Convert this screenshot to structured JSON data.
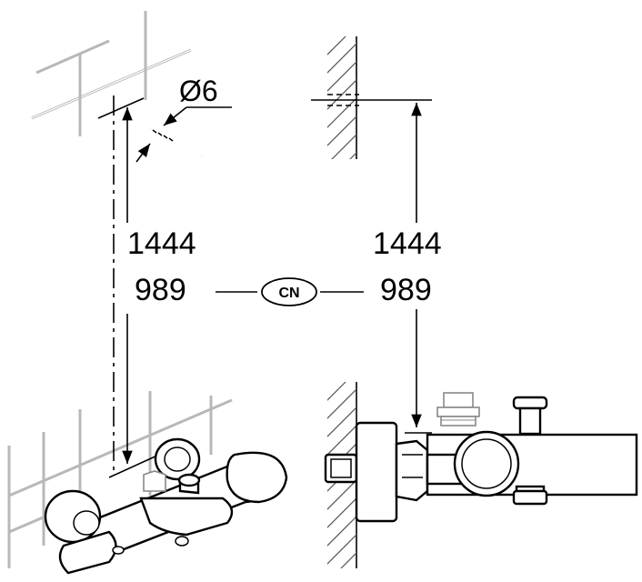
{
  "labels": {
    "drill_diameter": "Ø6",
    "height_primary_left": "1444",
    "height_cn_left": "989",
    "height_primary_right": "1444",
    "height_cn_right": "989",
    "region_badge": "CN"
  }
}
